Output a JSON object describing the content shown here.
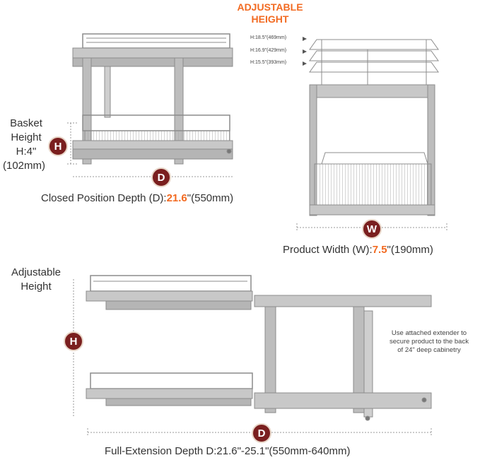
{
  "adjustable_height_title": [
    "ADJUSTABLE",
    "HEIGHT"
  ],
  "heights": [
    "H:18.5\"(469mm)",
    "H:16.9\"(429mm)",
    "H:15.5\"(393mm)"
  ],
  "basket_height": {
    "lines": [
      "Basket",
      "Height",
      "H:4\"",
      "(102mm)"
    ],
    "badge": "H"
  },
  "closed_depth": {
    "badge": "D",
    "prefix": "Closed Position Depth (D):",
    "value": "21.6",
    "suffix": "\"(550mm)"
  },
  "product_width": {
    "badge": "W",
    "prefix": "Product Width (W):",
    "value": "7.5",
    "suffix": "\"(190mm)"
  },
  "adjustable_height_side": {
    "lines": [
      "Adjustable",
      "Height"
    ],
    "badge": "H"
  },
  "extender_note": [
    "Use attached extender to",
    "secure product to the back",
    "of 24\" deep cabinetry"
  ],
  "full_extension": {
    "badge": "D",
    "text": "Full-Extension Depth D:21.6\"-25.1\"(550mm-640mm)"
  },
  "colors": {
    "accent": "#f26a21",
    "badge": "#7a1f1f",
    "metal": "#9a9a9a"
  }
}
